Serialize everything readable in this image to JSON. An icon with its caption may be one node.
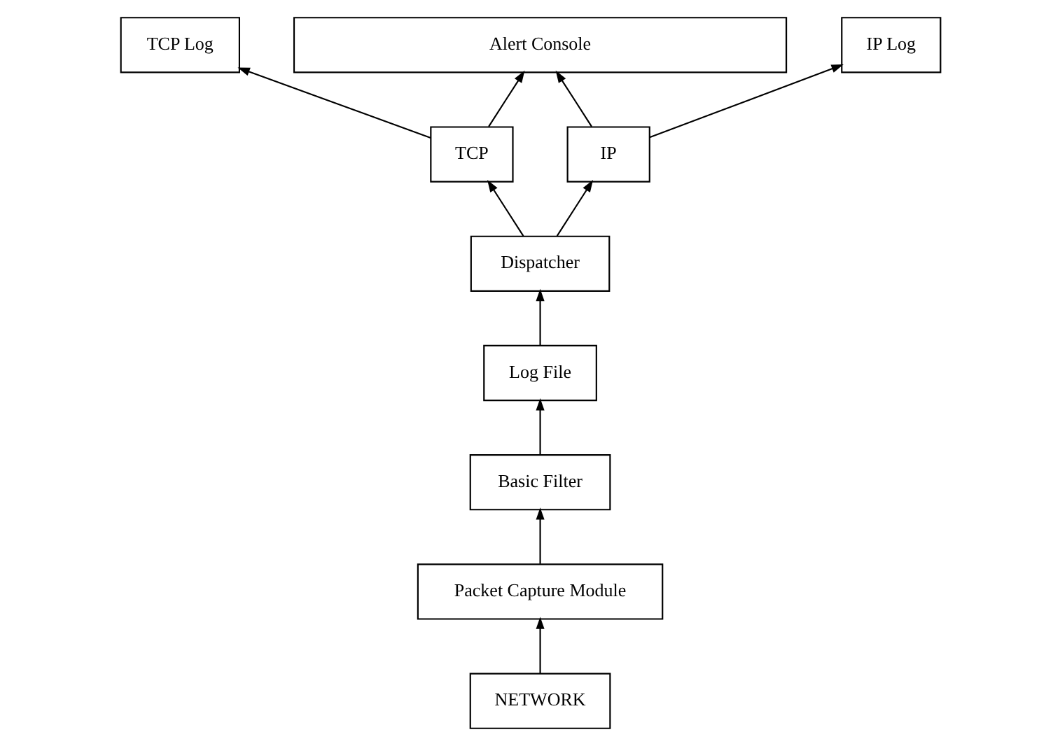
{
  "diagram": {
    "nodes": [
      {
        "text": [
          "Alert Console"
        ]
      },
      {
        "text": [
          "TCP Log"
        ]
      },
      {
        "text": [
          "TCP"
        ]
      },
      {
        "text": [
          "NETWORK"
        ]
      },
      {
        "text": [
          "IP"
        ]
      },
      {
        "text": [
          "Dispatcher"
        ]
      },
      {
        "text": [
          "Packet Capture Module"
        ]
      },
      {
        "text": [
          "IP Log"
        ]
      },
      {
        "text": [
          "Log File"
        ]
      },
      {
        "text": [
          "Basic Filter"
        ]
      }
    ],
    "edges": [
      {
        "from": 4,
        "to": 0,
        "arrow": "to"
      },
      {
        "from": 2,
        "to": 0,
        "arrow": "to"
      },
      {
        "from": 2,
        "to": 1,
        "arrow": "to"
      },
      {
        "from": 5,
        "to": 2,
        "arrow": "to"
      },
      {
        "from": 5,
        "to": 4,
        "arrow": "to"
      },
      {
        "from": 4,
        "to": 7,
        "arrow": "to"
      },
      {
        "from": 8,
        "to": 5,
        "arrow": "to"
      },
      {
        "from": 3,
        "to": 6,
        "arrow": "to"
      },
      {
        "from": 6,
        "to": 9,
        "arrow": "to"
      },
      {
        "from": 9,
        "to": 8,
        "arrow": "to"
      }
    ]
  }
}
